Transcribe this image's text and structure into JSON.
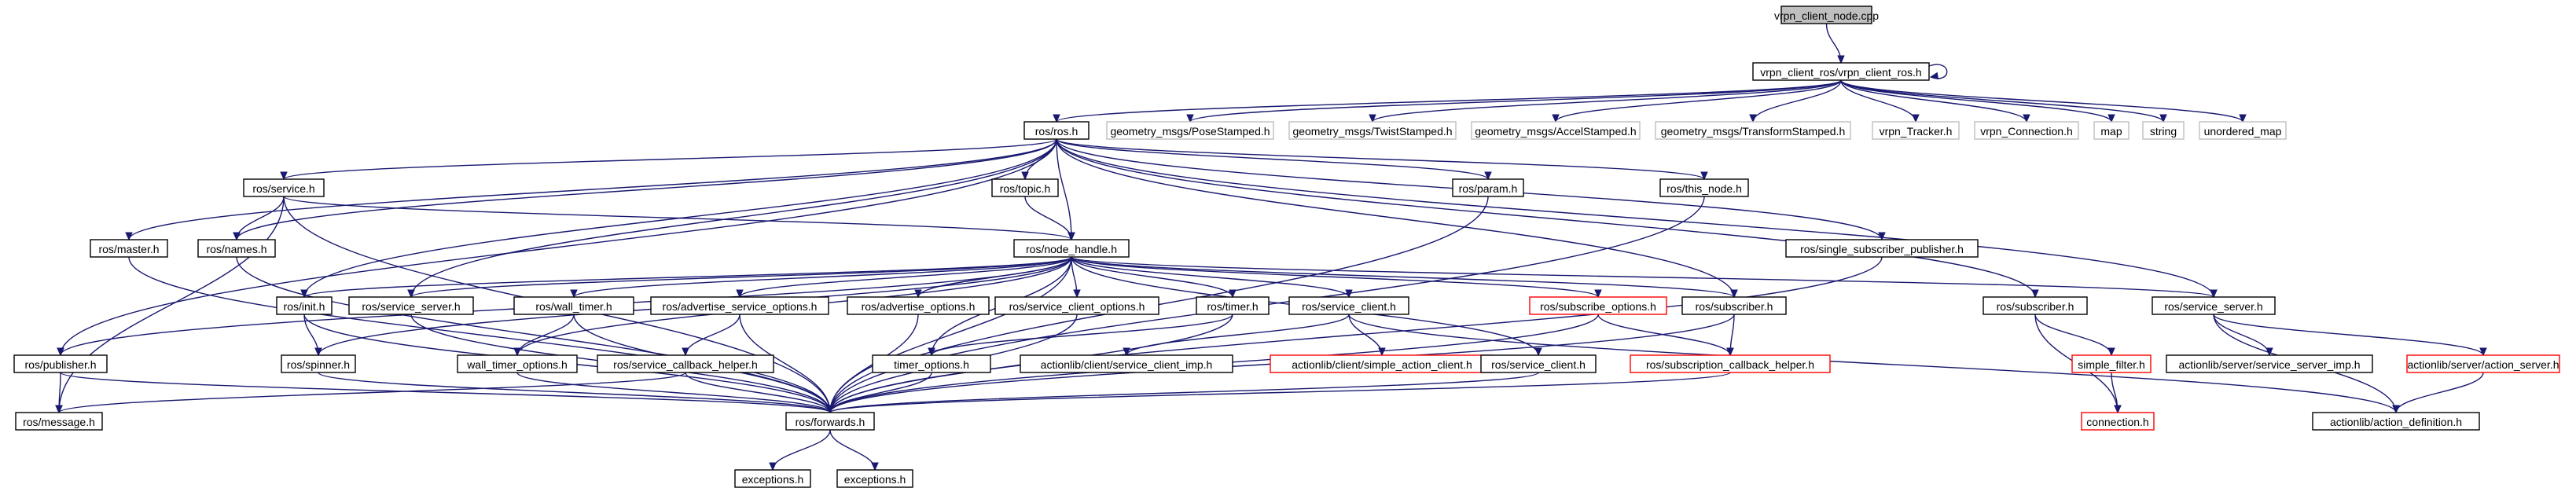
{
  "diagram": {
    "nodes": [
      {
        "id": "root",
        "label": "vrpn_client_node.cpp",
        "style": "root"
      },
      {
        "id": "vcr",
        "label": "vrpn_client_ros/vrpn_client_ros.h",
        "style": "normal"
      },
      {
        "id": "ros",
        "label": "ros/ros.h",
        "style": "normal"
      },
      {
        "id": "gps",
        "label": "geometry_msgs/PoseStamped.h",
        "style": "grey"
      },
      {
        "id": "gts",
        "label": "geometry_msgs/TwistStamped.h",
        "style": "grey"
      },
      {
        "id": "gas",
        "label": "geometry_msgs/AccelStamped.h",
        "style": "grey"
      },
      {
        "id": "gtrs",
        "label": "geometry_msgs/TransformStamped.h",
        "style": "grey"
      },
      {
        "id": "vtr",
        "label": "vrpn_Tracker.h",
        "style": "grey"
      },
      {
        "id": "vcn",
        "label": "vrpn_Connection.h",
        "style": "grey"
      },
      {
        "id": "map",
        "label": "map",
        "style": "grey"
      },
      {
        "id": "str",
        "label": "string",
        "style": "grey"
      },
      {
        "id": "umap",
        "label": "unordered_map",
        "style": "grey"
      },
      {
        "id": "service",
        "label": "ros/service.h",
        "style": "normal"
      },
      {
        "id": "topic",
        "label": "ros/topic.h",
        "style": "normal"
      },
      {
        "id": "param",
        "label": "ros/param.h",
        "style": "normal"
      },
      {
        "id": "thisnode",
        "label": "ros/this_node.h",
        "style": "normal"
      },
      {
        "id": "master",
        "label": "ros/master.h",
        "style": "normal"
      },
      {
        "id": "names",
        "label": "ros/names.h",
        "style": "normal"
      },
      {
        "id": "nh",
        "label": "ros/node_handle.h",
        "style": "normal"
      },
      {
        "id": "ssp",
        "label": "ros/single_subscriber_publisher.h",
        "style": "normal"
      },
      {
        "id": "init",
        "label": "ros/init.h",
        "style": "normal"
      },
      {
        "id": "sserv1",
        "label": "ros/service_server.h",
        "style": "normal"
      },
      {
        "id": "wt",
        "label": "ros/wall_timer.h",
        "style": "normal"
      },
      {
        "id": "aso",
        "label": "ros/advertise_service_options.h",
        "style": "normal"
      },
      {
        "id": "ao",
        "label": "ros/advertise_options.h",
        "style": "normal"
      },
      {
        "id": "sco",
        "label": "ros/service_client_options.h",
        "style": "normal"
      },
      {
        "id": "timer",
        "label": "ros/timer.h",
        "style": "normal"
      },
      {
        "id": "sc1",
        "label": "ros/service_client.h",
        "style": "normal"
      },
      {
        "id": "subopt",
        "label": "ros/subscribe_options.h",
        "style": "red"
      },
      {
        "id": "sub1",
        "label": "ros/subscriber.h",
        "style": "normal"
      },
      {
        "id": "sub2",
        "label": "ros/subscriber.h",
        "style": "normal"
      },
      {
        "id": "sserv2",
        "label": "ros/service_server.h",
        "style": "normal"
      },
      {
        "id": "pub",
        "label": "ros/publisher.h",
        "style": "normal"
      },
      {
        "id": "spinner",
        "label": "ros/spinner.h",
        "style": "normal"
      },
      {
        "id": "wto",
        "label": "wall_timer_options.h",
        "style": "normal"
      },
      {
        "id": "sch",
        "label": "ros/service_callback_helper.h",
        "style": "normal"
      },
      {
        "id": "to",
        "label": "timer_options.h",
        "style": "normal"
      },
      {
        "id": "acsci",
        "label": "actionlib/client/service_client_imp.h",
        "style": "normal"
      },
      {
        "id": "acsac",
        "label": "actionlib/client/simple_action_client.h",
        "style": "red"
      },
      {
        "id": "sc2",
        "label": "ros/service_client.h",
        "style": "normal"
      },
      {
        "id": "subcb",
        "label": "ros/subscription_callback_helper.h",
        "style": "red"
      },
      {
        "id": "sf",
        "label": "simple_filter.h",
        "style": "red"
      },
      {
        "id": "assi",
        "label": "actionlib/server/service_server_imp.h",
        "style": "normal"
      },
      {
        "id": "aas",
        "label": "actionlib/server/action_server.h",
        "style": "red"
      },
      {
        "id": "msg",
        "label": "ros/message.h",
        "style": "normal"
      },
      {
        "id": "fwd",
        "label": "ros/forwards.h",
        "style": "normal"
      },
      {
        "id": "conn",
        "label": "connection.h",
        "style": "red"
      },
      {
        "id": "aad",
        "label": "actionlib/action_definition.h",
        "style": "normal"
      },
      {
        "id": "exc1",
        "label": "exceptions.h",
        "style": "normal"
      },
      {
        "id": "exc2",
        "label": "exceptions.h",
        "style": "normal"
      }
    ],
    "edges": [
      [
        "root",
        "vcr"
      ],
      [
        "vcr",
        "vcr"
      ],
      [
        "vcr",
        "ros"
      ],
      [
        "vcr",
        "gps"
      ],
      [
        "vcr",
        "gts"
      ],
      [
        "vcr",
        "gas"
      ],
      [
        "vcr",
        "gtrs"
      ],
      [
        "vcr",
        "vtr"
      ],
      [
        "vcr",
        "vcn"
      ],
      [
        "vcr",
        "map"
      ],
      [
        "vcr",
        "str"
      ],
      [
        "vcr",
        "umap"
      ],
      [
        "ros",
        "service"
      ],
      [
        "ros",
        "topic"
      ],
      [
        "ros",
        "param"
      ],
      [
        "ros",
        "thisnode"
      ],
      [
        "ros",
        "master"
      ],
      [
        "ros",
        "names"
      ],
      [
        "ros",
        "nh"
      ],
      [
        "ros",
        "pub"
      ],
      [
        "ros",
        "init"
      ],
      [
        "ros",
        "sserv1"
      ],
      [
        "ros",
        "sub1"
      ],
      [
        "ros",
        "sub2"
      ],
      [
        "ros",
        "sserv2"
      ],
      [
        "ros",
        "ssp"
      ],
      [
        "service",
        "names"
      ],
      [
        "service",
        "nh"
      ],
      [
        "service",
        "msg"
      ],
      [
        "service",
        "fwd"
      ],
      [
        "topic",
        "nh"
      ],
      [
        "param",
        "fwd"
      ],
      [
        "thisnode",
        "fwd"
      ],
      [
        "master",
        "fwd"
      ],
      [
        "names",
        "fwd"
      ],
      [
        "ssp",
        "fwd"
      ],
      [
        "nh",
        "pub"
      ],
      [
        "nh",
        "init"
      ],
      [
        "nh",
        "sserv1"
      ],
      [
        "nh",
        "wt"
      ],
      [
        "nh",
        "aso"
      ],
      [
        "nh",
        "ao"
      ],
      [
        "nh",
        "sco"
      ],
      [
        "nh",
        "timer"
      ],
      [
        "nh",
        "sc1"
      ],
      [
        "nh",
        "subopt"
      ],
      [
        "nh",
        "sub1"
      ],
      [
        "nh",
        "sserv2"
      ],
      [
        "nh",
        "sc2"
      ],
      [
        "nh",
        "spinner"
      ],
      [
        "nh",
        "wto"
      ],
      [
        "nh",
        "to"
      ],
      [
        "nh",
        "fwd"
      ],
      [
        "init",
        "spinner"
      ],
      [
        "init",
        "fwd"
      ],
      [
        "sserv1",
        "fwd"
      ],
      [
        "wt",
        "wto"
      ],
      [
        "wt",
        "fwd"
      ],
      [
        "aso",
        "sch"
      ],
      [
        "aso",
        "fwd"
      ],
      [
        "ao",
        "fwd"
      ],
      [
        "sco",
        "fwd"
      ],
      [
        "timer",
        "to"
      ],
      [
        "timer",
        "fwd"
      ],
      [
        "sc1",
        "acsci"
      ],
      [
        "sc1",
        "acsac"
      ],
      [
        "sc1",
        "aad"
      ],
      [
        "subopt",
        "subcb"
      ],
      [
        "subopt",
        "fwd"
      ],
      [
        "sub1",
        "subcb"
      ],
      [
        "sub1",
        "fwd"
      ],
      [
        "sub2",
        "sf"
      ],
      [
        "sub2",
        "conn"
      ],
      [
        "sf",
        "conn"
      ],
      [
        "sserv2",
        "assi"
      ],
      [
        "sserv2",
        "aas"
      ],
      [
        "sserv2",
        "aad"
      ],
      [
        "aas",
        "aad"
      ],
      [
        "pub",
        "msg"
      ],
      [
        "pub",
        "fwd"
      ],
      [
        "spinner",
        "fwd"
      ],
      [
        "wto",
        "fwd"
      ],
      [
        "sch",
        "fwd"
      ],
      [
        "sch",
        "msg"
      ],
      [
        "to",
        "fwd"
      ],
      [
        "sc2",
        "fwd"
      ],
      [
        "subcb",
        "fwd"
      ],
      [
        "fwd",
        "exc1"
      ],
      [
        "fwd",
        "exc2"
      ]
    ]
  }
}
